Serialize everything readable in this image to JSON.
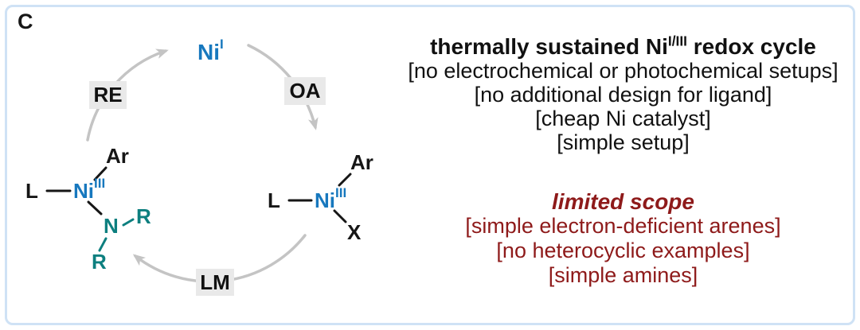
{
  "panel_label": "C",
  "colors": {
    "blue": "#1778be",
    "teal": "#0d7f7f",
    "dark_red": "#8e1a1a",
    "arrow_gray": "#c4c4c4",
    "label_bg": "#e9e9e9",
    "border_blue": "#cfe2f5"
  },
  "cycle": {
    "intermediate_top": {
      "symbol": "Ni",
      "superscript": "I"
    },
    "step_labels": {
      "re": "RE",
      "oa": "OA",
      "lm": "LM"
    },
    "complex_left": {
      "l": "L",
      "metal": "Ni",
      "superscript": "III",
      "ar": "Ar",
      "n": "N",
      "r_top": "R",
      "r_bottom": "R"
    },
    "complex_right": {
      "l": "L",
      "metal": "Ni",
      "superscript": "III",
      "ar": "Ar",
      "x": "X"
    }
  },
  "description": {
    "title": {
      "prefix": "thermally sustained Ni",
      "superscript": "I/III",
      "suffix": " redox cycle"
    },
    "pros": [
      "[no electrochemical or photochemical setups]",
      "[no additional design for ligand]",
      "[cheap Ni catalyst]",
      "[simple setup]"
    ],
    "cons_title": "limited scope",
    "cons": [
      "[simple electron-deficient arenes]",
      "[no heterocyclic examples]",
      "[simple amines]"
    ]
  }
}
